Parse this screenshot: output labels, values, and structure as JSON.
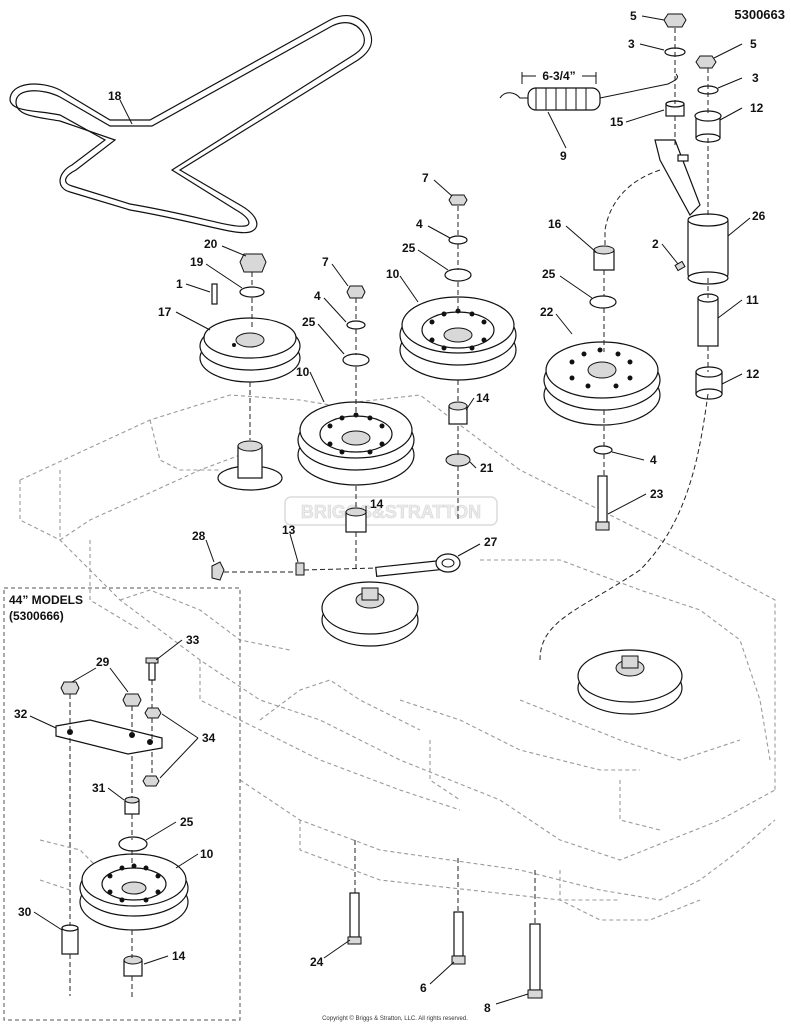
{
  "diagram": {
    "part_number": "5300663",
    "inset_title": "44” MODELS",
    "inset_part_number": "(5300666)",
    "spring_length": "6-3/4”",
    "watermark": "BRIGGS&STRATTON",
    "copyright": "Copyright © Briggs & Stratton, LLC. All rights reserved."
  },
  "callouts": [
    {
      "id": "c5a",
      "label": "5"
    },
    {
      "id": "c3a",
      "label": "3"
    },
    {
      "id": "c5b",
      "label": "5"
    },
    {
      "id": "c3b",
      "label": "3"
    },
    {
      "id": "c12a",
      "label": "12"
    },
    {
      "id": "c15",
      "label": "15"
    },
    {
      "id": "c9",
      "label": "9"
    },
    {
      "id": "c18",
      "label": "18"
    },
    {
      "id": "c7a",
      "label": "7"
    },
    {
      "id": "c4a",
      "label": "4"
    },
    {
      "id": "c25a",
      "label": "25"
    },
    {
      "id": "c10a",
      "label": "10"
    },
    {
      "id": "c16",
      "label": "16"
    },
    {
      "id": "c2",
      "label": "2"
    },
    {
      "id": "c26",
      "label": "26"
    },
    {
      "id": "c20",
      "label": "20"
    },
    {
      "id": "c19",
      "label": "19"
    },
    {
      "id": "c1",
      "label": "1"
    },
    {
      "id": "c17",
      "label": "17"
    },
    {
      "id": "c7b",
      "label": "7"
    },
    {
      "id": "c4b",
      "label": "4"
    },
    {
      "id": "c25b",
      "label": "25"
    },
    {
      "id": "c10b",
      "label": "10"
    },
    {
      "id": "c25c",
      "label": "25"
    },
    {
      "id": "c22",
      "label": "22"
    },
    {
      "id": "c11",
      "label": "11"
    },
    {
      "id": "c12b",
      "label": "12"
    },
    {
      "id": "c14a",
      "label": "14"
    },
    {
      "id": "c21",
      "label": "21"
    },
    {
      "id": "c4c",
      "label": "4"
    },
    {
      "id": "c23",
      "label": "23"
    },
    {
      "id": "c14b",
      "label": "14"
    },
    {
      "id": "c28",
      "label": "28"
    },
    {
      "id": "c13",
      "label": "13"
    },
    {
      "id": "c27",
      "label": "27"
    },
    {
      "id": "c33",
      "label": "33"
    },
    {
      "id": "c29",
      "label": "29"
    },
    {
      "id": "c32",
      "label": "32"
    },
    {
      "id": "c34",
      "label": "34"
    },
    {
      "id": "c31",
      "label": "31"
    },
    {
      "id": "c25d",
      "label": "25"
    },
    {
      "id": "c10c",
      "label": "10"
    },
    {
      "id": "c30",
      "label": "30"
    },
    {
      "id": "c14c",
      "label": "14"
    },
    {
      "id": "c24",
      "label": "24"
    },
    {
      "id": "c6",
      "label": "6"
    },
    {
      "id": "c8",
      "label": "8"
    }
  ]
}
